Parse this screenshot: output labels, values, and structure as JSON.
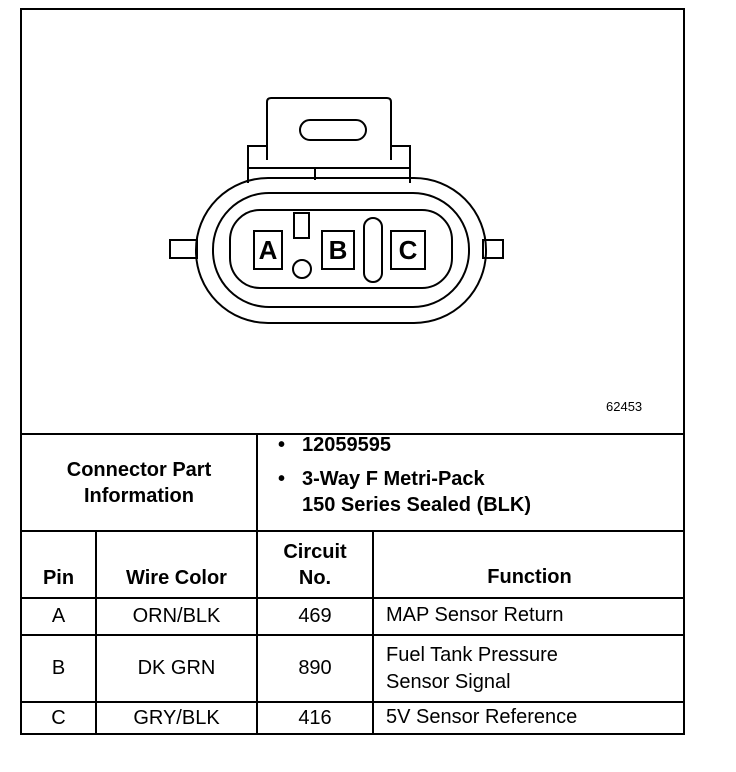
{
  "figure_id": "62453",
  "connector": {
    "pins": [
      "A",
      "B",
      "C"
    ]
  },
  "part_info": {
    "header": "Connector Part Information",
    "bullet": "•",
    "part_number": "12059595",
    "description_line1": "3-Way F Metri-Pack",
    "description_line2": "150 Series Sealed (BLK)"
  },
  "table": {
    "headers": {
      "pin": "Pin",
      "wire_color": "Wire Color",
      "circuit_line1": "Circuit",
      "circuit_line2": "No.",
      "function": "Function"
    },
    "rows": [
      {
        "pin": "A",
        "wire_color": "ORN/BLK",
        "circuit": "469",
        "function_line1": "MAP Sensor Return",
        "function_line2": ""
      },
      {
        "pin": "B",
        "wire_color": "DK GRN",
        "circuit": "890",
        "function_line1": "Fuel Tank Pressure",
        "function_line2": "Sensor Signal"
      },
      {
        "pin": "C",
        "wire_color": "GRY/BLK",
        "circuit": "416",
        "function_line1": "5V Sensor Reference",
        "function_line2": ""
      }
    ]
  }
}
